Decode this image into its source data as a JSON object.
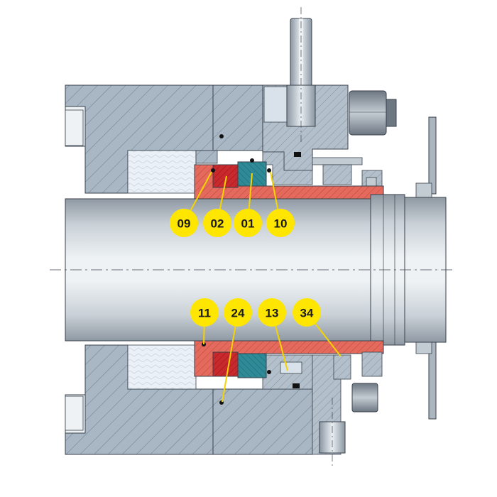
{
  "diagram": {
    "palette": {
      "housing": "#a9b7c5",
      "housing_dark": "#8d9caa",
      "hatch": "#5f6e7c",
      "sleeve": "#e46a5d",
      "seal_face_red": "#c9282c",
      "seal_face_teal": "#2e8a96",
      "packing": "#e9eef5",
      "shaft_light": "#e6ebef",
      "shaft_dark": "#9ca5ae",
      "callout_fill": "#ffe600",
      "callout_line": "#f7d400",
      "outline": "#38424c"
    },
    "callouts": [
      {
        "id": "c09",
        "label": "09"
      },
      {
        "id": "c02",
        "label": "02"
      },
      {
        "id": "c01",
        "label": "01"
      },
      {
        "id": "c10",
        "label": "10"
      },
      {
        "id": "c11",
        "label": "11"
      },
      {
        "id": "c24",
        "label": "24"
      },
      {
        "id": "c13",
        "label": "13"
      },
      {
        "id": "c34",
        "label": "34"
      }
    ]
  }
}
